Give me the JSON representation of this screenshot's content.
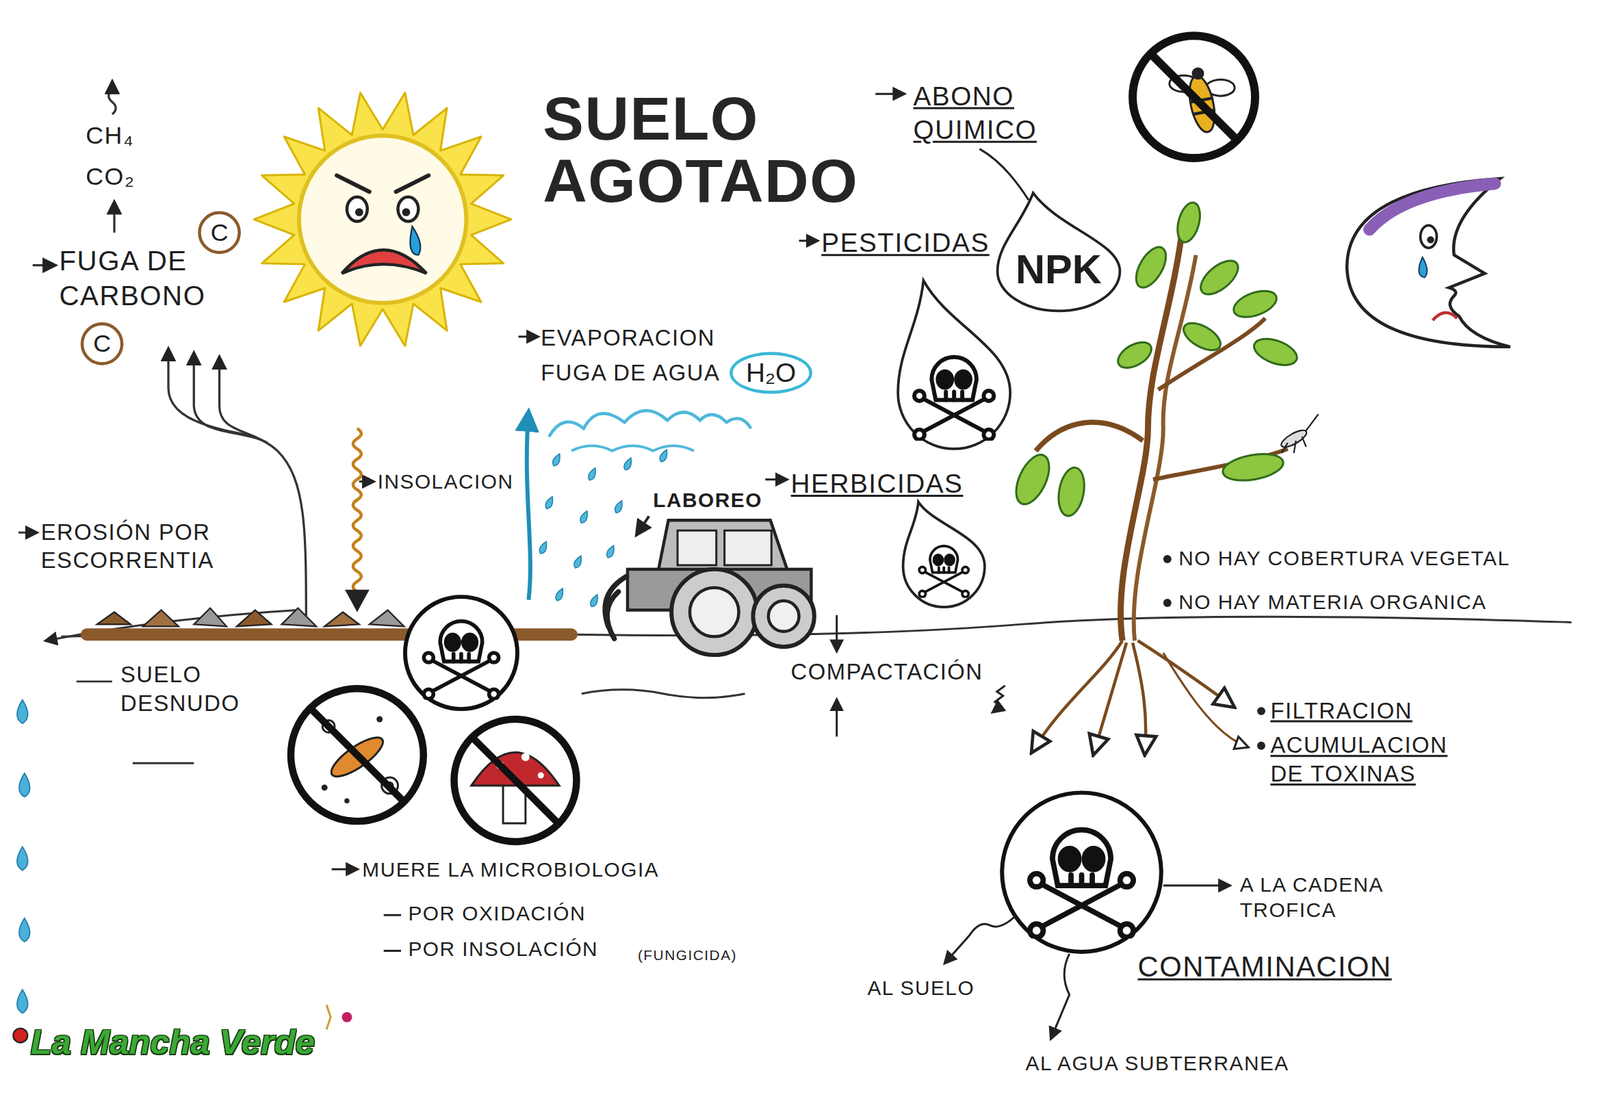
{
  "diagram": {
    "title": "SUELO AGOTADO",
    "nodes": [
      {
        "text": [
          "C"
        ]
      },
      {
        "text": [
          "C"
        ]
      },
      {
        "text": [
          "H₂O"
        ]
      },
      {
        "text": [
          "NPK"
        ]
      }
    ],
    "labels": [
      "CH₄",
      "CO₂",
      "FUGA DE CARBONO",
      "ABONO QUIMICO",
      "PESTICIDAS",
      "EVAPORACION",
      "FUGA DE AGUA",
      "INSOLACION",
      "HERBICIDAS",
      "LABOREO",
      "EROSIÓN POR ESCORRENTIA",
      "SUELO DESNUDO",
      "COMPACTACIÓN",
      "NO HAY COBERTURA VEGETAL",
      "NO HAY MATERIA ORGANICA",
      "FILTRACION",
      "ACUMULACION DE TOXINAS",
      "MUERE LA MICROBIOLOGIA",
      "POR OXIDACIÓN",
      "POR INSOLACIÓN",
      "(FUNGICIDA)",
      "AL SUELO",
      "A LA CADENA TROFICA",
      "CONTAMINACION",
      "AL AGUA SUBTERRANEA",
      "La Mancha Verde"
    ]
  }
}
